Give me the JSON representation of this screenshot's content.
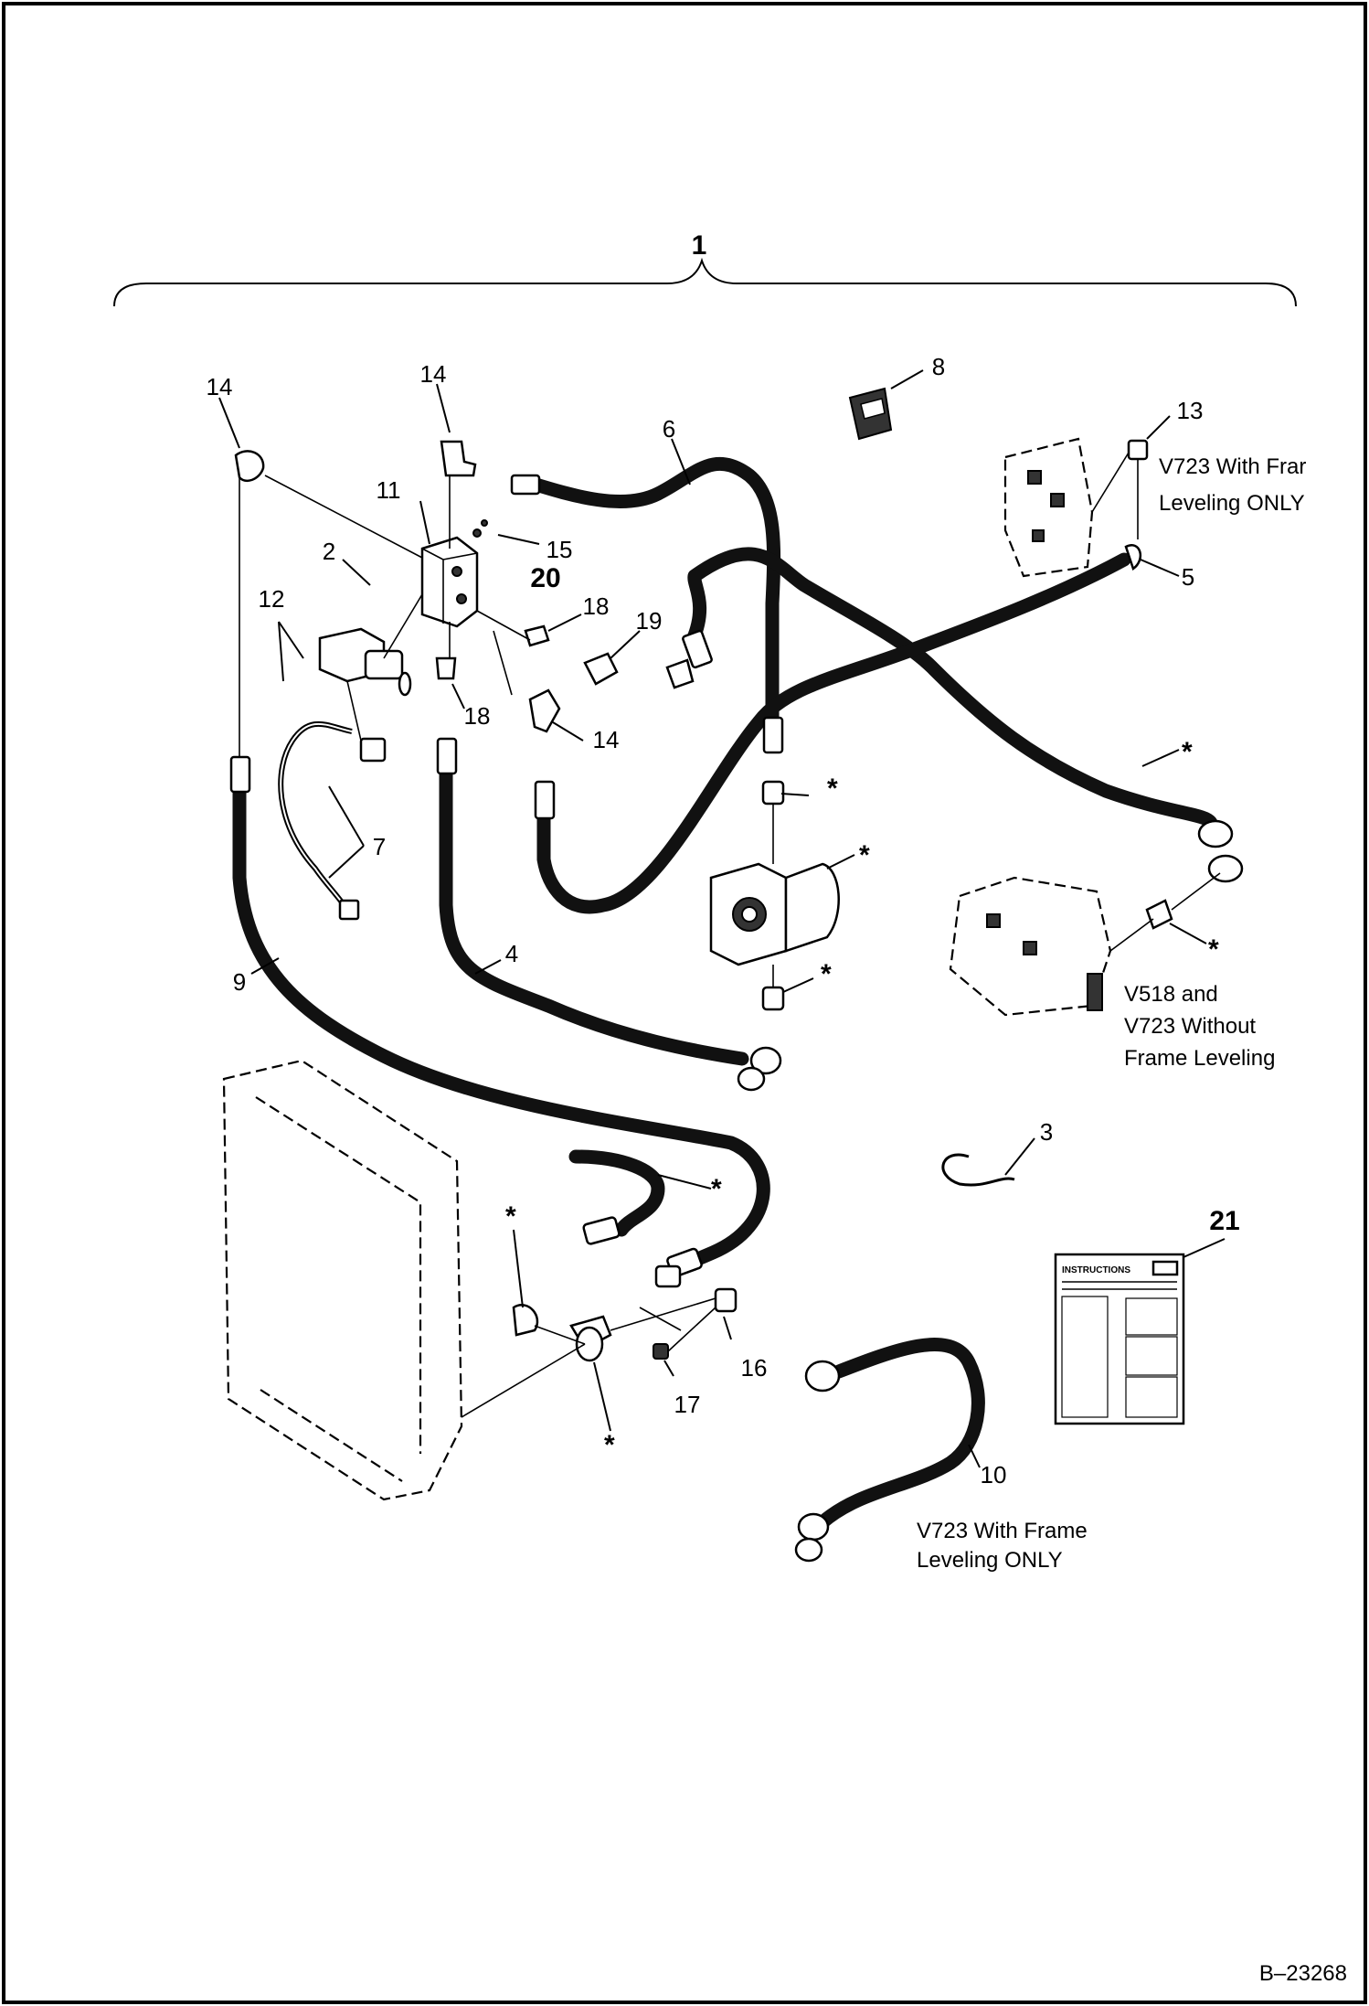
{
  "labels": {
    "assembly": "1",
    "p2": "2",
    "p3": "3",
    "p4": "4",
    "p5": "5",
    "p6": "6",
    "p7": "7",
    "p8": "8",
    "p9": "9",
    "p10": "10",
    "p11": "11",
    "p12": "12",
    "p13": "13",
    "p14a": "14",
    "p14b": "14",
    "p14c": "14",
    "p15": "15",
    "p16": "16",
    "p17": "17",
    "p18a": "18",
    "p18b": "18",
    "p19": "19",
    "p20": "20",
    "p21": "21",
    "star": "*"
  },
  "notes": {
    "frame_a_line1": "V723 With Frar",
    "frame_a_line2": "Leveling ONLY",
    "without_line1": "V518 and",
    "without_line2": "V723 Without",
    "without_line3": "Frame Leveling",
    "frame_b_line1": "V723 With Frame",
    "frame_b_line2": "Leveling ONLY",
    "instructions": "INSTRUCTIONS"
  },
  "drawing_number": "B–23268"
}
